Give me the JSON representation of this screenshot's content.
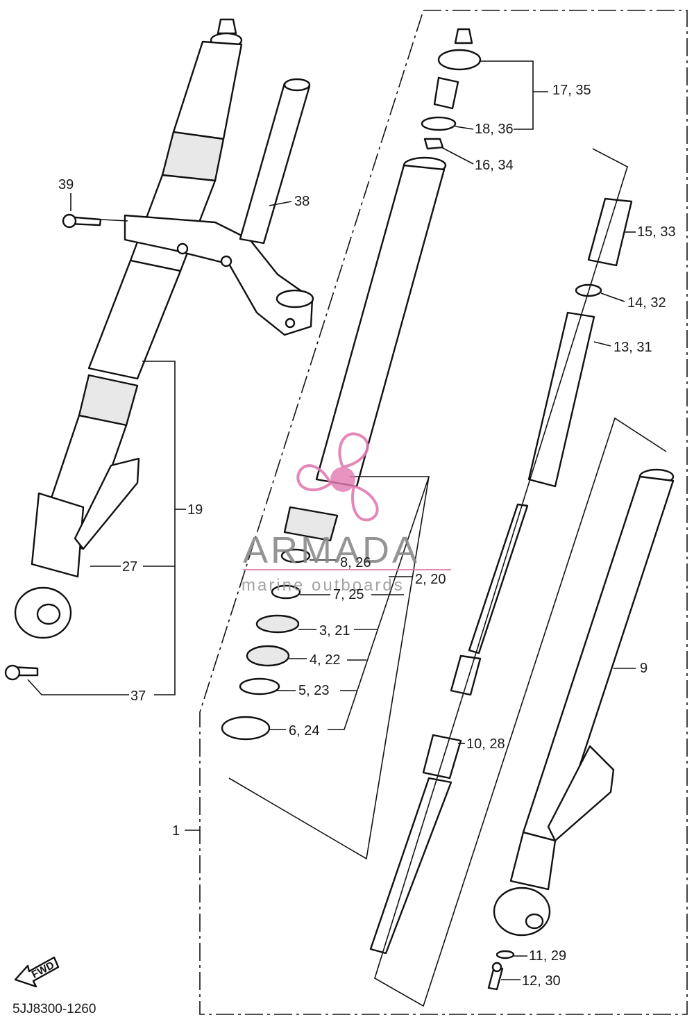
{
  "diagram_code": "5JJ8300-1260",
  "fwd_label": "FWD",
  "watermark": {
    "brand": "ARMADA",
    "tagline": "marine outboards",
    "accent_color": "#e07bb0"
  },
  "labels": {
    "l1735": "17, 35",
    "l1836": "18, 36",
    "l1634": "16, 34",
    "l1533": "15, 33",
    "l1432": "14, 32",
    "l1331": "13, 31",
    "l39": "39",
    "l38": "38",
    "l19": "19",
    "l27": "27",
    "l37": "37",
    "l826": "8, 26",
    "l220": "2, 20",
    "l725": "7, 25",
    "l321": "3, 21",
    "l422": "4, 22",
    "l523": "5, 23",
    "l624": "6, 24",
    "l9": "9",
    "l1028": "10, 28",
    "l1": "1",
    "l1129": "11, 29",
    "l1230": "12, 30"
  },
  "colors": {
    "line": "#111111",
    "watermark_gray": "#8a8a8a"
  }
}
